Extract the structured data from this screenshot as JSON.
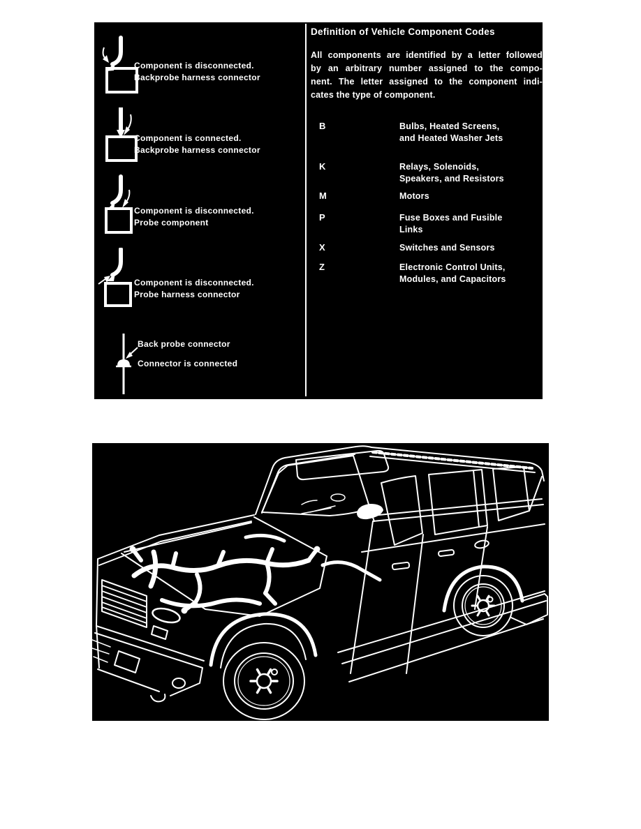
{
  "page": {
    "background": "#ffffff",
    "panel_background": "#000000",
    "ink": "#ffffff"
  },
  "legend": {
    "items": [
      {
        "symbol": "backprobe-disconnected-icon",
        "line1": "Component is disconnected.",
        "line2": "Backprobe harness connector"
      },
      {
        "symbol": "backprobe-connected-icon",
        "line1": "Component is connected.",
        "line2": "Backprobe harness connector"
      },
      {
        "symbol": "probe-component-icon",
        "line1": "Component is disconnected.",
        "line2": "Probe component"
      },
      {
        "symbol": "probe-harness-icon",
        "line1": "Component is disconnected.",
        "line2": "Probe harness connector"
      },
      {
        "symbol": "inline-connector-icon",
        "line1": "Back probe connector",
        "line2": "Connector is connected"
      }
    ]
  },
  "definitions": {
    "title": "Definition of Vehicle Component Codes",
    "paragraph_lines": [
      "All components are identified by a letter followed",
      "by an arbitrary number assigned to the compo-",
      "nent. The letter assigned to the component indi-",
      "cates the type of component."
    ],
    "codes": [
      {
        "letter": "B",
        "lines": [
          "Bulbs, Heated Screens,",
          "and Heated Washer Jets"
        ]
      },
      {
        "letter": "K",
        "lines": [
          "Relays, Solenoids,",
          "Speakers, and Resistors"
        ]
      },
      {
        "letter": "M",
        "lines": [
          "Motors"
        ]
      },
      {
        "letter": "P",
        "lines": [
          "Fuse Boxes and Fusible",
          "Links"
        ]
      },
      {
        "letter": "X",
        "lines": [
          "Switches and Sensors"
        ]
      },
      {
        "letter": "Z",
        "lines": [
          "Electronic Control Units,",
          "Modules, and Capacitors"
        ]
      }
    ]
  },
  "illustration": {
    "subject": "Range Rover front three-quarter line drawing with engine wiring harness exposed"
  }
}
